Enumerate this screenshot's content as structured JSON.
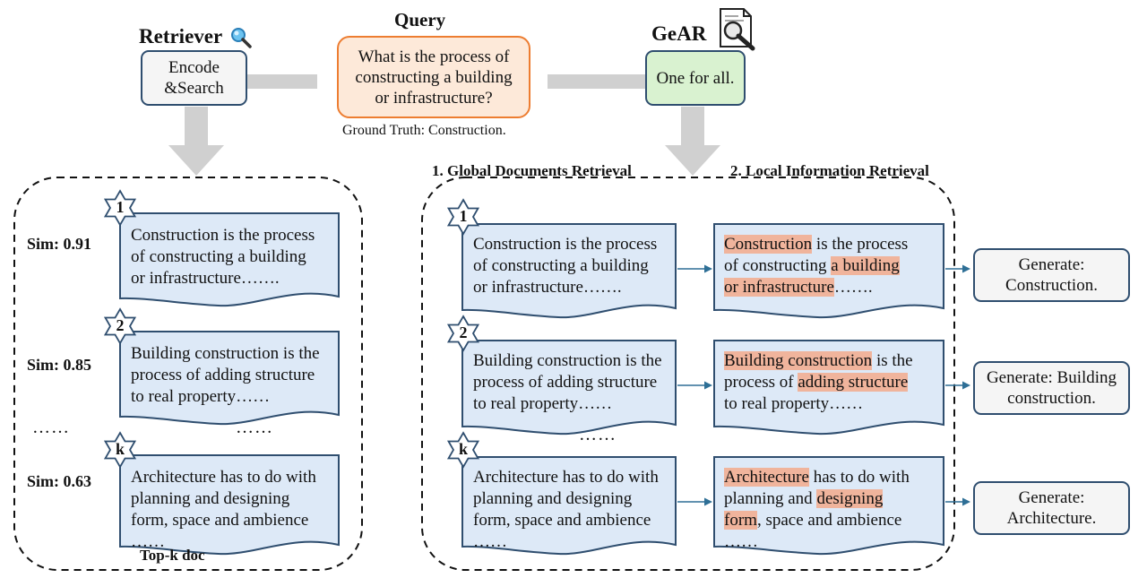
{
  "query": {
    "heading": "Query",
    "text": "What is the process of constructing a building or infrastructure?",
    "ground_truth": "Ground Truth: Construction."
  },
  "retriever": {
    "heading": "Retriever",
    "box_text": "Encode &Search",
    "icon": "magnifier-icon"
  },
  "gear": {
    "heading": "GeAR",
    "box_text": "One for all.",
    "icon": "search-document-icon"
  },
  "step_labels": {
    "global": "1. Global Documents Retrieval",
    "local": "2. Local Information Retrieval"
  },
  "left_panel": {
    "footer": "Top-k doc",
    "ellipsis_left": "……",
    "ellipsis_right": "……",
    "items": [
      {
        "rank": "1",
        "sim": "Sim: 0.91",
        "lines": [
          "Construction is the process",
          "of constructing a building",
          "or infrastructure……."
        ]
      },
      {
        "rank": "2",
        "sim": "Sim: 0.85",
        "lines": [
          "Building construction is the",
          "process of adding structure",
          "to real property……"
        ]
      },
      {
        "rank": "k",
        "sim": "Sim: 0.63",
        "lines": [
          "Architecture has to do with",
          "planning and designing",
          "form, space and ambience",
          "……"
        ]
      }
    ]
  },
  "right_panel": {
    "ellipsis": "……",
    "items": [
      {
        "rank": "1",
        "doc_lines": [
          "Construction is the process",
          "of constructing a building",
          "or infrastructure……."
        ],
        "local_lines": [
          [
            {
              "t": "Construction",
              "h": true
            },
            {
              "t": " is the process",
              "h": false
            }
          ],
          [
            {
              "t": "of constructing ",
              "h": false
            },
            {
              "t": "a building",
              "h": true
            }
          ],
          [
            {
              "t": "or infrastructure",
              "h": true
            },
            {
              "t": "…….",
              "h": false
            }
          ]
        ],
        "generate": "Generate: Construction."
      },
      {
        "rank": "2",
        "doc_lines": [
          "Building construction is the",
          "process of adding structure",
          "to real property……"
        ],
        "local_lines": [
          [
            {
              "t": "Building construction",
              "h": true
            },
            {
              "t": " is the",
              "h": false
            }
          ],
          [
            {
              "t": "process of ",
              "h": false
            },
            {
              "t": "adding structure",
              "h": true
            }
          ],
          [
            {
              "t": "to real property……",
              "h": false
            }
          ]
        ],
        "generate": "Generate: Building construction."
      },
      {
        "rank": "k",
        "doc_lines": [
          "Architecture has to do with",
          "planning and designing",
          "form, space and ambience",
          "……"
        ],
        "local_lines": [
          [
            {
              "t": "Architecture",
              "h": true
            },
            {
              "t": " has to do with",
              "h": false
            }
          ],
          [
            {
              "t": "planning and ",
              "h": false
            },
            {
              "t": "designing",
              "h": true
            }
          ],
          [
            {
              "t": "form",
              "h": true
            },
            {
              "t": ", space and ambience",
              "h": false
            }
          ],
          [
            {
              "t": "……",
              "h": false
            }
          ]
        ],
        "generate": "Generate: Architecture."
      }
    ]
  },
  "colors": {
    "doc_fill": "#dde9f7",
    "doc_stroke": "#2f4e6f",
    "highlight": "#f0b49c",
    "query_fill": "#fde9d9",
    "query_stroke": "#ed7d31",
    "gear_fill": "#d9f2d0",
    "gear_stroke": "#2f4e6f",
    "arrow_gray": "#d0d0d0",
    "connector": "#2e6f96"
  }
}
